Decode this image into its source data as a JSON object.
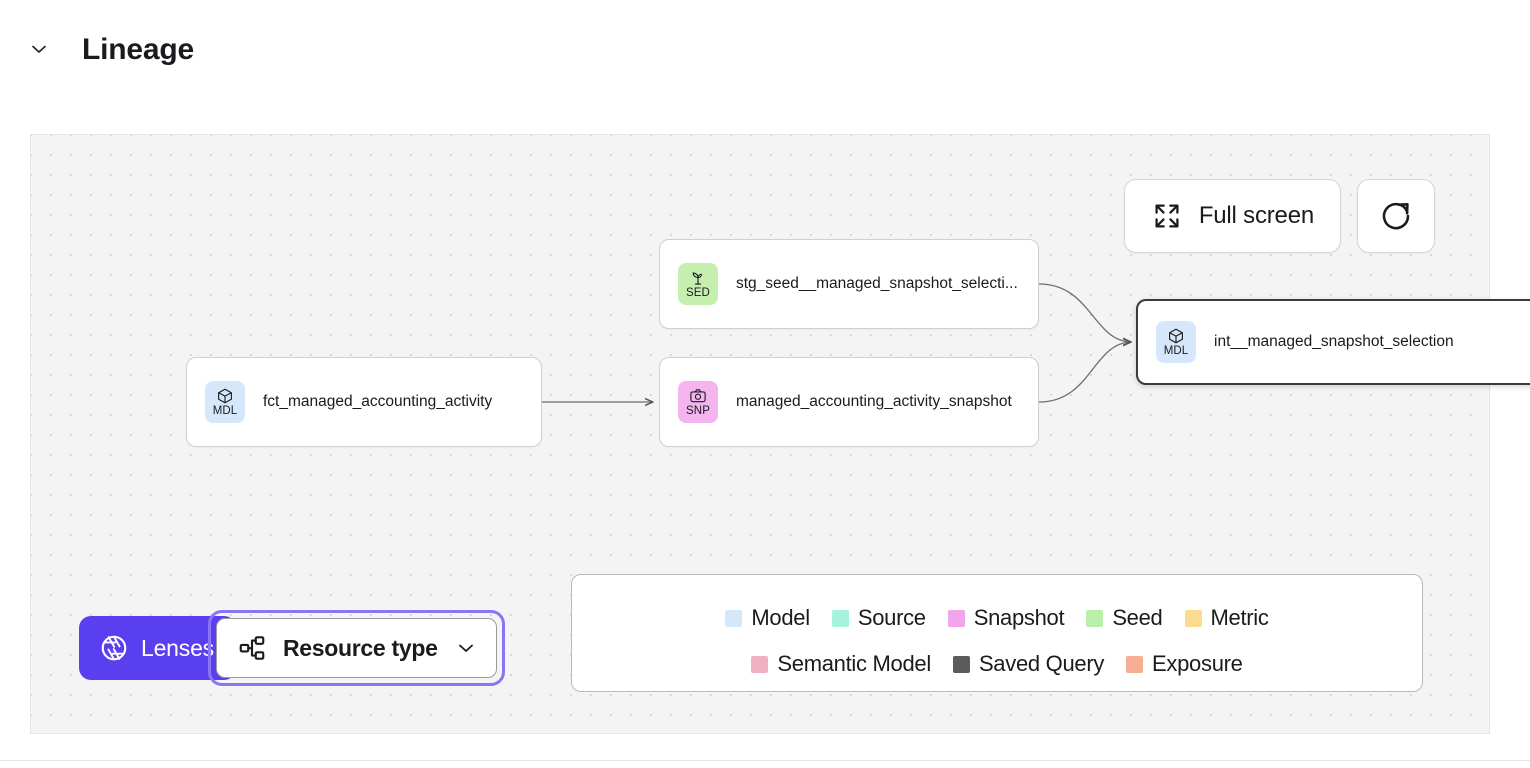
{
  "section": {
    "title": "Lineage",
    "toggle_icon": "chevron-down-icon"
  },
  "canvas": {
    "background_color": "#f4f4f5",
    "toolbar": {
      "fullscreen": {
        "label": "Full screen",
        "icon": "expand-arrows-icon"
      },
      "refresh": {
        "label": "",
        "icon": "refresh-icon"
      }
    },
    "nodes": [
      {
        "id": "fct_managed_accounting_activity",
        "label": "fct_managed_accounting_activity",
        "type": "Model",
        "abbr": "MDL",
        "icon": "cube-icon",
        "badge_color": "#d6e7fb",
        "selected": false
      },
      {
        "id": "stg_seed__managed_snapshot_selection",
        "label": "stg_seed__managed_snapshot_selecti...",
        "type": "Seed",
        "abbr": "SED",
        "icon": "sprout-icon",
        "badge_color": "#c4efae",
        "selected": false
      },
      {
        "id": "managed_accounting_activity_snapshot",
        "label": "managed_accounting_activity_snapshot",
        "type": "Snapshot",
        "abbr": "SNP",
        "icon": "camera-icon",
        "badge_color": "#f3b4ef",
        "selected": false
      },
      {
        "id": "int__managed_snapshot_selection",
        "label": "int__managed_snapshot_selection",
        "type": "Model",
        "abbr": "MDL",
        "icon": "cube-icon",
        "badge_color": "#d6e7fb",
        "selected": true
      }
    ]
  },
  "controls": {
    "lenses": {
      "label": "Lenses",
      "icon": "aperture-icon",
      "color": "#5a3ff0"
    },
    "resource_type": {
      "label": "Resource type",
      "icon": "hierarchy-icon",
      "chevron": "chevron-down-icon",
      "focused": true,
      "focus_ring_color": "#8b75f5"
    }
  },
  "legend": {
    "row1": [
      {
        "label": "Model",
        "color": "#d6e7fb"
      },
      {
        "label": "Source",
        "color": "#a6f2df"
      },
      {
        "label": "Snapshot",
        "color": "#f1a6ec"
      },
      {
        "label": "Seed",
        "color": "#b9f0a7"
      },
      {
        "label": "Metric",
        "color": "#fbdc8d"
      }
    ],
    "row2": [
      {
        "label": "Semantic Model",
        "color": "#f0b2c2"
      },
      {
        "label": "Saved Query",
        "color": "#5d5b5b"
      },
      {
        "label": "Exposure",
        "color": "#f6ad93"
      }
    ]
  }
}
